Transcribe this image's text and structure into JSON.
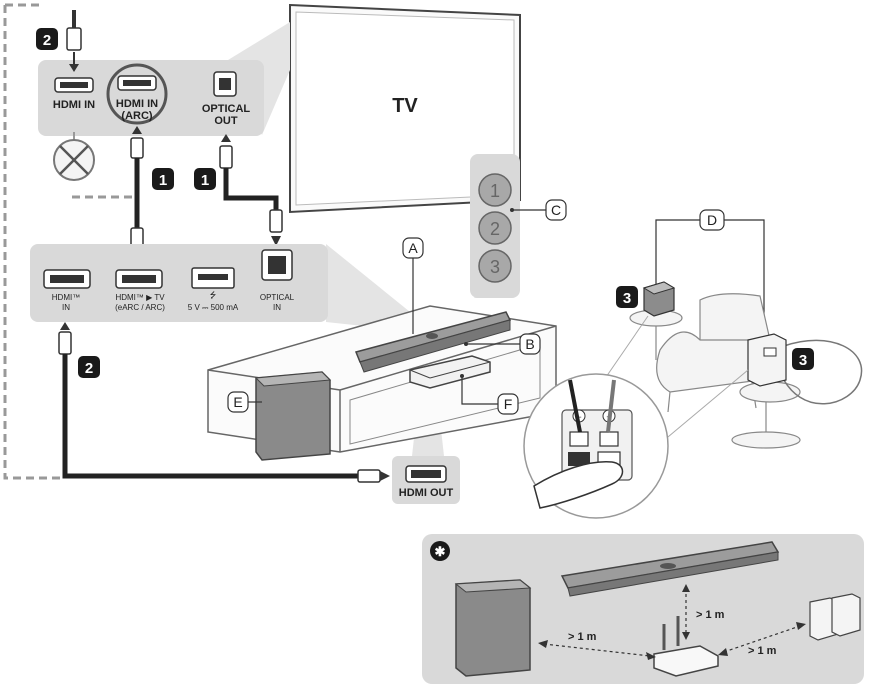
{
  "tv": {
    "label": "TV"
  },
  "tv_panel": {
    "hdmi_in": "HDMI IN",
    "hdmi_in_arc_line1": "HDMI IN",
    "hdmi_in_arc_line2": "(ARC)",
    "optical_out_line1": "OPTICAL",
    "optical_out_line2": "OUT"
  },
  "soundbar_panel": {
    "hdmi_in_line1": "HDMI™",
    "hdmi_in_line2": "IN",
    "hdmi_tv_line1": "HDMI™ ▶ TV",
    "hdmi_tv_line2": "(eARC / ARC)",
    "usb": "5 V ⎓ 500 mA",
    "optical_in_line1": "OPTICAL",
    "optical_in_line2": "IN"
  },
  "source_device": {
    "hdmi_out": "HDMI OUT"
  },
  "callouts": {
    "a": "A",
    "b": "B",
    "c": "C",
    "d": "D",
    "e": "E",
    "f": "F"
  },
  "steps": {
    "one": "1",
    "two": "2",
    "three": "3"
  },
  "buttons": [
    "1",
    "2",
    "3"
  ],
  "note": {
    "marker": "✱",
    "dist_top": "> 1 m",
    "dist_left": "> 1 m",
    "dist_right": "> 1 m"
  },
  "colors": {
    "panel_gray": "#d9d9d9",
    "line": "#333333",
    "badge": "#1a1a1a"
  }
}
